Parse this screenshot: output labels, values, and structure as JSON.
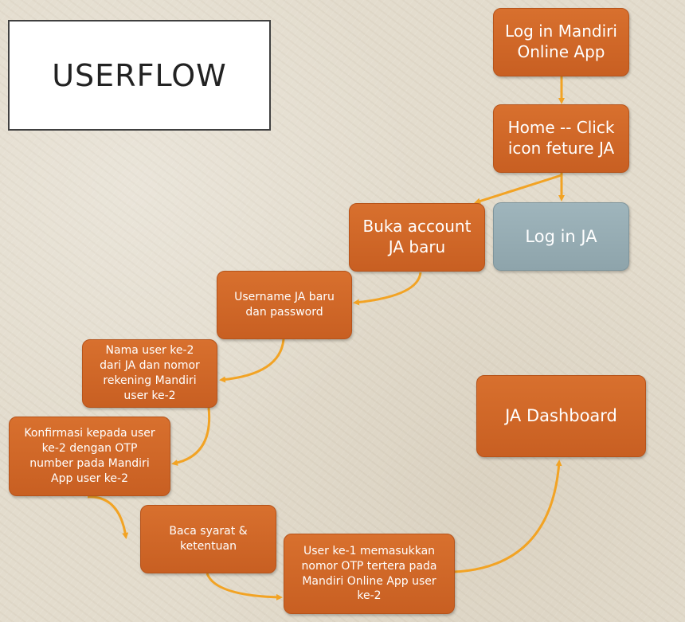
{
  "title": "USERFLOW",
  "nodes": {
    "login_mandiri": "Log in Mandiri Online App",
    "home": "Home -- Click icon feture JA",
    "buka_account": "Buka account JA baru",
    "login_ja": "Log in JA",
    "username": "Username JA baru dan password",
    "nama_user": "Nama user ke-2 dari JA dan nomor rekening Mandiri user ke-2",
    "konfirmasi": "Konfirmasi kepada user ke-2 dengan OTP number pada Mandiri App user ke-2",
    "baca_syarat": "Baca syarat & ketentuan",
    "user_ke1": "User ke-1 memasukkan nomor OTP tertera pada Mandiri Online App user ke-2",
    "ja_dashboard": "JA Dashboard"
  },
  "colors": {
    "node_orange": "#cf6627",
    "node_grey": "#97adb4",
    "connector": "#f2a324"
  }
}
